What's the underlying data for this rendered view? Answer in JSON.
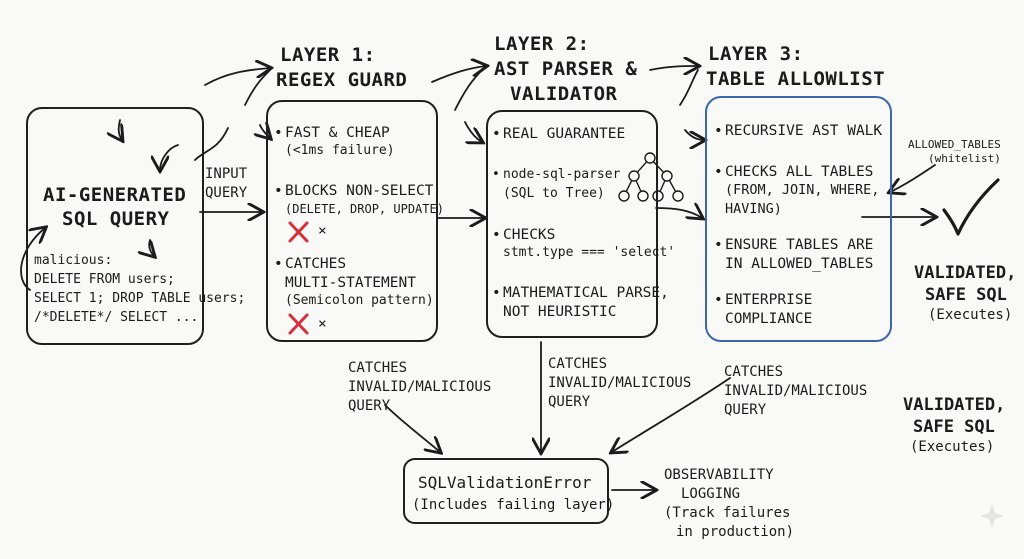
{
  "source": {
    "title_line1": "AI-GENERATED",
    "title_line2": "SQL QUERY",
    "malicious": [
      "malicious:",
      "DELETE FROM users;",
      "SELECT 1; DROP TABLE users;",
      "/*DELETE*/ SELECT ..."
    ]
  },
  "input_label": [
    "INPUT",
    "QUERY"
  ],
  "layer1": {
    "heading": [
      "LAYER 1:",
      "REGEX GUARD"
    ],
    "bullets": [
      [
        "FAST & CHEAP",
        "(<1ms failure)"
      ],
      [
        "BLOCKS NON-SELECT",
        "(DELETE, DROP, UPDATE)"
      ],
      [
        "CATCHES",
        "MULTI-STATEMENT",
        "(Semicolon pattern)"
      ]
    ],
    "x_mark": "×"
  },
  "layer2": {
    "heading": [
      "LAYER 2:",
      "AST PARSER &",
      "VALIDATOR"
    ],
    "bullets": [
      [
        "REAL GUARANTEE"
      ],
      [
        "node-sql-parser",
        "(SQL to Tree)"
      ],
      [
        "CHECKS",
        "stmt.type === 'select'"
      ],
      [
        "MATHEMATICAL PARSE,",
        "NOT HEURISTIC"
      ]
    ]
  },
  "layer3": {
    "heading": [
      "LAYER 3:",
      "TABLE ALLOWLIST"
    ],
    "bullets": [
      [
        "RECURSIVE AST WALK"
      ],
      [
        "CHECKS ALL TABLES",
        "(FROM, JOIN, WHERE,",
        "HAVING)"
      ],
      [
        "ENSURE TABLES ARE",
        "IN ALLOWED_TABLES"
      ],
      [
        "ENTERPRISE",
        "COMPLIANCE"
      ]
    ],
    "accent": "#3a68a8"
  },
  "allowed_tables": [
    "ALLOWED_TABLES",
    "(whitelist)"
  ],
  "validated_1": [
    "VALIDATED,",
    "SAFE SQL",
    "(Executes)"
  ],
  "validated_2": [
    "VALIDATED,",
    "SAFE SQL",
    "(Executes)"
  ],
  "catches": [
    "CATCHES",
    "INVALID/MALICIOUS",
    "QUERY"
  ],
  "error": {
    "title": "SQLValidationError",
    "subtitle": "(Includes failing layer)"
  },
  "observability": [
    "OBSERVABILITY",
    "LOGGING",
    "(Track failures",
    "in production)"
  ],
  "colors": {
    "ink": "#1b1b1b",
    "x_red": "#d8303a",
    "blue": "#3a68a8"
  }
}
